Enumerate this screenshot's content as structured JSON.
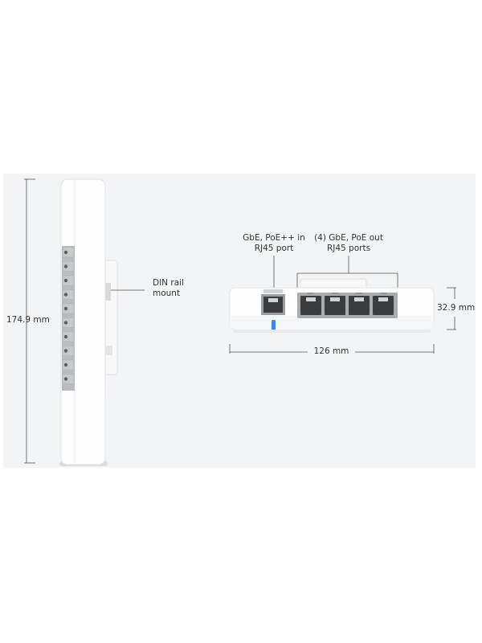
{
  "colors": {
    "background": "#ffffff",
    "panel": "#f3f4f5",
    "device_body": "#fdfdfd",
    "device_edge": "#e1e3e6",
    "terminal_strip": "#b9bcc0",
    "status_led": "#2b8cff",
    "line": "#555555",
    "text": "#333333"
  },
  "side_view": {
    "height_label": "174.9 mm",
    "din_label_line1": "DIN rail",
    "din_label_line2": "mount"
  },
  "front_view": {
    "uplink_label_line1": "GbE, PoE++ in",
    "uplink_label_line2": "RJ45 port",
    "downlink_label_line1": "(4) GbE, PoE out",
    "downlink_label_line2": "RJ45 ports",
    "width_label": "126 mm",
    "depth_label": "32.9 mm",
    "port_count": 4
  }
}
